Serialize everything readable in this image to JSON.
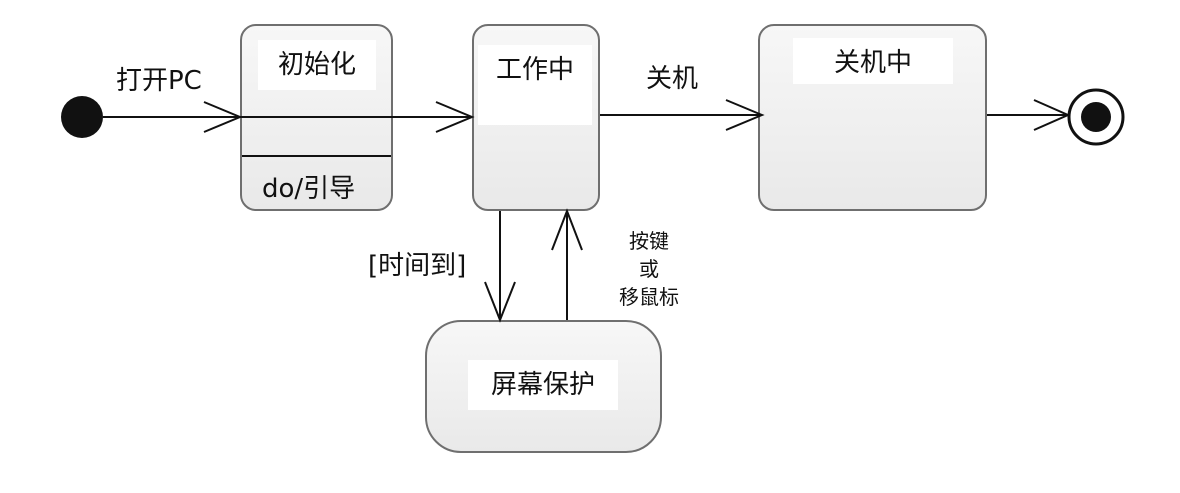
{
  "states": {
    "init": {
      "name": "初始化",
      "activity": "do/引导"
    },
    "working": {
      "name": "工作中"
    },
    "shutting_down": {
      "name": "关机中"
    },
    "screensaver": {
      "name": "屏幕保护"
    }
  },
  "transitions": {
    "power_on": "打开PC",
    "shutdown": "关机",
    "timeout": "[时间到]",
    "resume": {
      "line1": "按键",
      "line2": "或",
      "line3": "移鼠标"
    }
  }
}
